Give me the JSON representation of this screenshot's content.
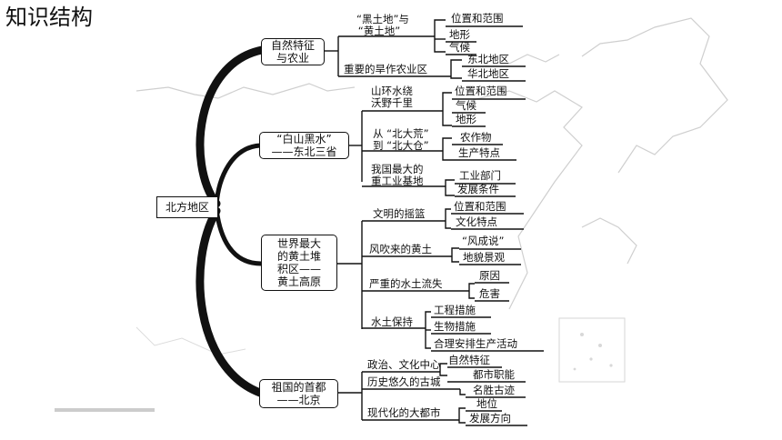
{
  "page_title": "知识结构",
  "root": "北方地区",
  "b1": {
    "lines": [
      "自然特征",
      "与农业"
    ],
    "sub1": {
      "lines": [
        "“黑土地”与",
        "“黄土地”"
      ],
      "leaves": [
        "位置和范围",
        "地形",
        "气候"
      ]
    },
    "sub2": {
      "text": "重要的旱作农业区",
      "leaves": [
        "东北地区",
        "华北地区"
      ]
    }
  },
  "b2": {
    "lines": [
      "“白山黑水”",
      "——东北三省"
    ],
    "sub1": {
      "lines": [
        "山环水绕",
        "沃野千里"
      ],
      "leaves": [
        "位置和范围",
        "气候",
        "地形"
      ]
    },
    "sub2": {
      "lines": [
        "从 “北大荒”",
        "到 “北大仓”"
      ],
      "leaves": [
        "农作物",
        "生产特点"
      ]
    },
    "sub3": {
      "lines": [
        "我国最大的",
        "重工业基地"
      ],
      "leaves": [
        "工业部门",
        "发展条件"
      ]
    }
  },
  "b3": {
    "lines": [
      "世界最大",
      "的黄土堆",
      "积区——",
      "黄土高原"
    ],
    "sub1": {
      "text": "文明的摇篮",
      "leaves": [
        "位置和范围",
        "文化特点"
      ]
    },
    "sub2": {
      "text": "风吹来的黄土",
      "leaves": [
        "“风成说”",
        "地貌景观"
      ]
    },
    "sub3": {
      "text": "严重的水土流失",
      "leaves": [
        "原因",
        "危害"
      ]
    },
    "sub4": {
      "text": "水土保持",
      "leaves": [
        "工程措施",
        "生物措施",
        "合理安排生产活动"
      ]
    }
  },
  "b4": {
    "lines": [
      "祖国的首都",
      "——北京"
    ],
    "sub1": {
      "text": "政治、文化中心",
      "leaves": [
        "自然特征",
        "都市职能"
      ]
    },
    "sub2": {
      "text": "历史悠久的古城",
      "leaves": [
        "名胜古迹"
      ]
    },
    "sub3": {
      "text": "现代化的大都市",
      "leaves": [
        "地位",
        "发展方向"
      ]
    }
  }
}
